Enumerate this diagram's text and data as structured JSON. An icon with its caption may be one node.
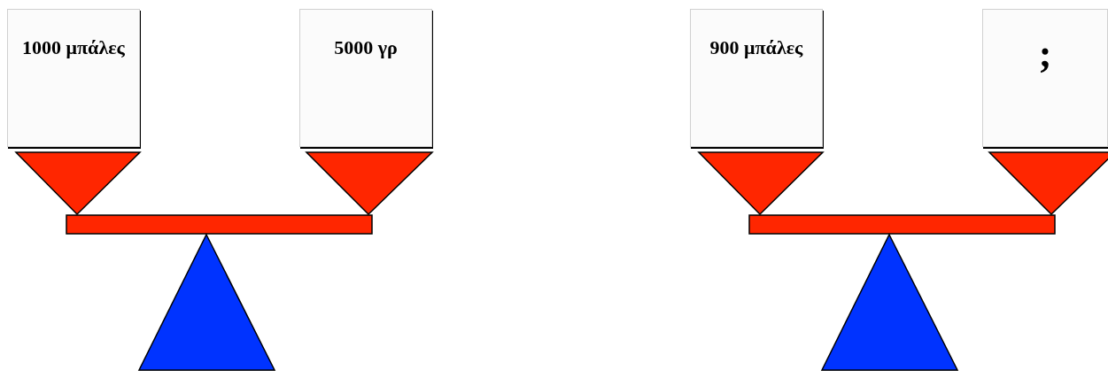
{
  "diagram": {
    "nodes": [
      {
        "text": [
          "1000 μπάλες"
        ]
      },
      {
        "text": [
          "5000 γρ"
        ]
      },
      {
        "text": [
          "900 μπάλες"
        ]
      },
      {
        "text": [
          ";"
        ]
      }
    ]
  }
}
